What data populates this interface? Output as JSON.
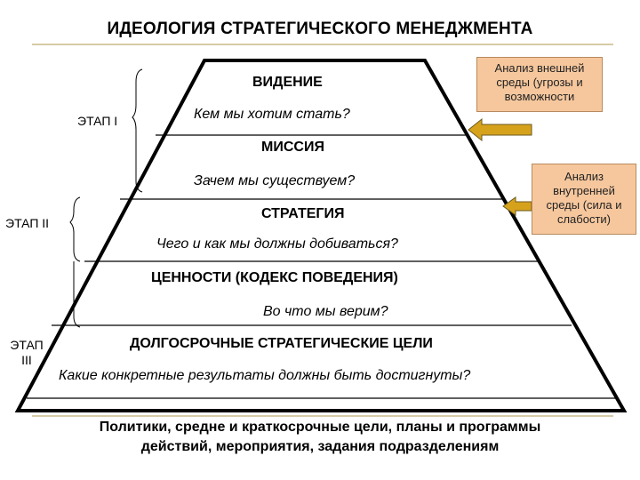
{
  "title": "ИДЕОЛОГИЯ СТРАТЕГИЧЕСКОГО МЕНЕДЖМЕНТА",
  "stages": {
    "stage1": "ЭТАП I",
    "stage2": "ЭТАП II",
    "stage3_line1": "ЭТАП",
    "stage3_line2": "III"
  },
  "levels": [
    {
      "heading": "ВИДЕНИЕ",
      "question": "Кем мы хотим стать?"
    },
    {
      "heading": "МИССИЯ",
      "question": "Зачем мы существуем?"
    },
    {
      "heading": "СТРАТЕГИЯ",
      "question": "Чего и как мы должны добиваться?"
    },
    {
      "heading": "ЦЕННОСТИ (КОДЕКС ПОВЕДЕНИЯ)",
      "question": "Во что мы верим?"
    },
    {
      "heading": "ДОЛГОСРОЧНЫЕ СТРАТЕГИЧЕСКИЕ ЦЕЛИ",
      "question": "Какие конкретные  результаты должны быть достигнуты?"
    }
  ],
  "base_line1": "Политики, средне и краткосрочные цели, планы и программы",
  "base_line2": "действий, мероприятия, задания подразделениям",
  "boxes": {
    "external": {
      "line1": "Анализ внешней",
      "line2": "среды (угрозы и",
      "line3": "возможности"
    },
    "internal": {
      "line1": "Анализ",
      "line2": "внутренней",
      "line3": "среды (сила и",
      "line4": "слабости)"
    }
  },
  "colors": {
    "box_fill": "#f6c79d",
    "arrow_fill": "#d6a21c",
    "line": "#000000"
  }
}
